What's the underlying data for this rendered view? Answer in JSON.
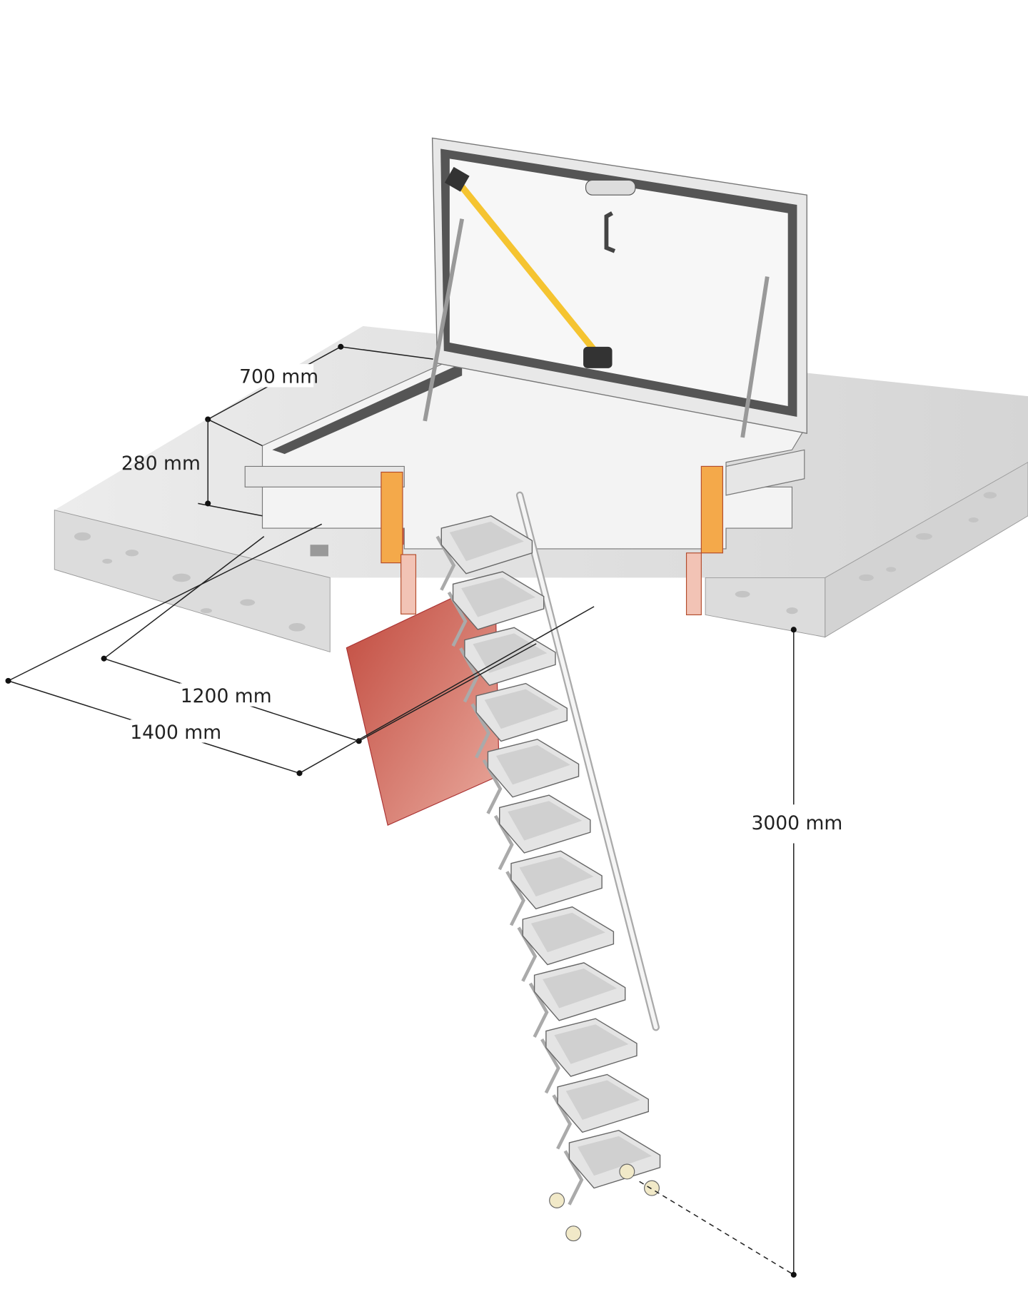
{
  "diagram": {
    "dimensions": {
      "hatch_width": "700 mm",
      "curb_height": "280 mm",
      "opening_length": "1200 mm",
      "overall_length": "1400 mm",
      "floor_height": "3000 mm"
    },
    "steps_count": 12,
    "colors": {
      "slab": "#d9d9d9",
      "red_lining": "#c8584a",
      "orange_bracket": "#f4a94a",
      "strut_yellow": "#f5c431",
      "frame_dark": "#555555"
    }
  }
}
